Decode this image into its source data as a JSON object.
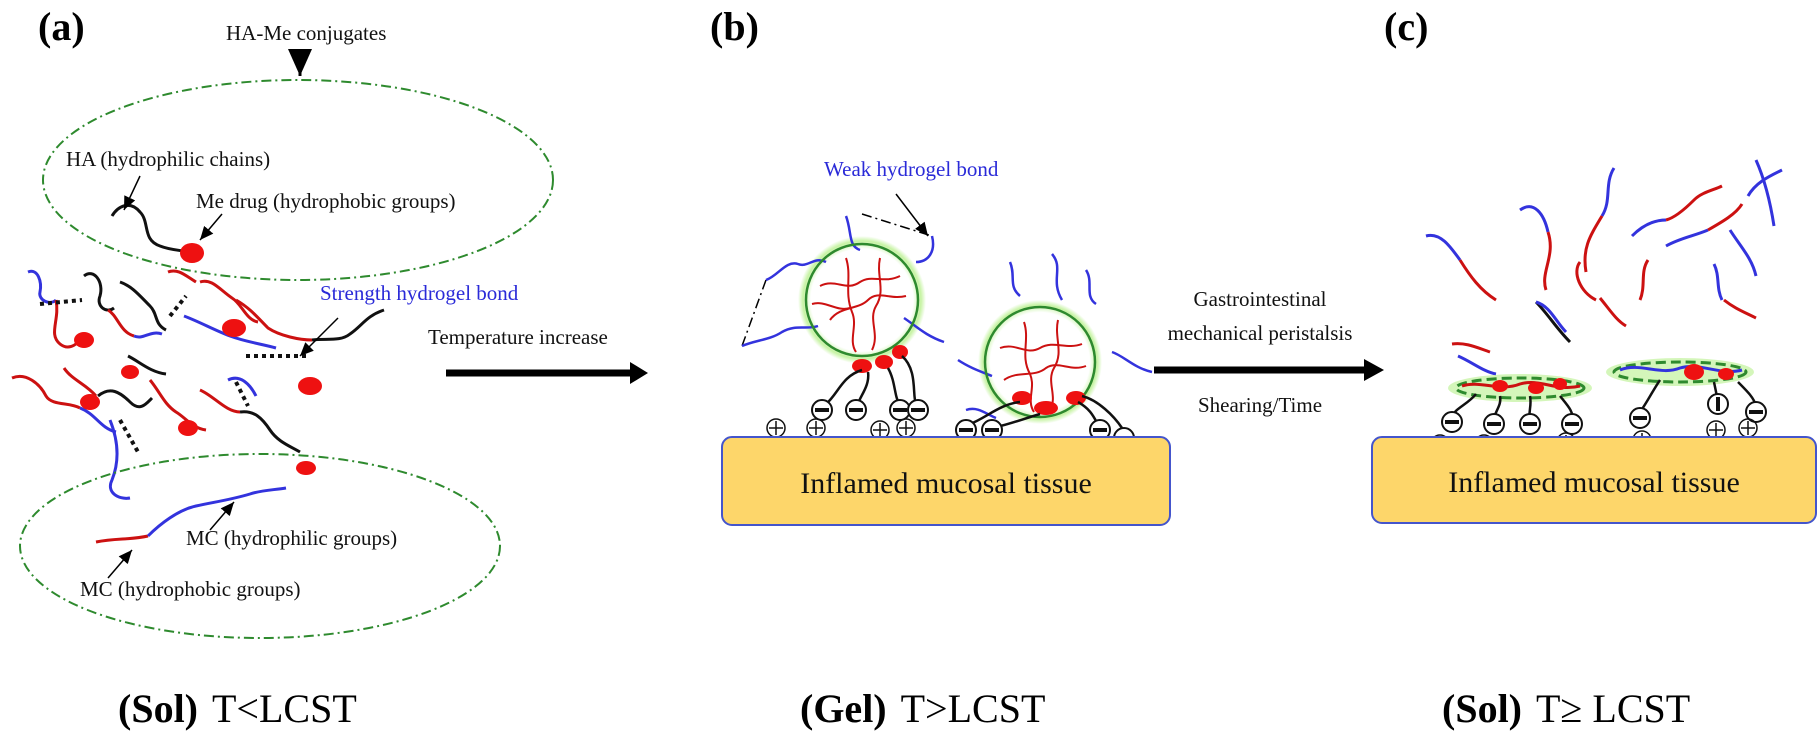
{
  "panels": {
    "a": {
      "letter": "(a)",
      "title": "HA-Me conjugates",
      "labels": {
        "ha": "HA (hydrophilic chains)",
        "me": "Me drug (hydrophobic groups)",
        "strength": "Strength hydrogel bond",
        "mc_philic": "MC (hydrophilic groups)",
        "mc_phobic": "MC (hydrophobic groups)"
      },
      "state_bold": "(Sol)",
      "state_text": "T<LCST"
    },
    "b": {
      "letter": "(b)",
      "labels": {
        "weak": "Weak hydrogel bond"
      },
      "tissue": "Inflamed mucosal tissue",
      "state_bold": "(Gel)",
      "state_text": "T>LCST"
    },
    "c": {
      "letter": "(c)",
      "tissue": "Inflamed mucosal tissue",
      "state_bold": "(Sol)",
      "state_text": "T≥ LCST"
    }
  },
  "arrows": {
    "a_to_b": "Temperature increase",
    "b_to_c_line1": "Gastrointestinal",
    "b_to_c_line2": "mechanical peristalsis",
    "b_to_c_line3": "Shearing/Time"
  },
  "colors": {
    "red_chain": "#cc1111",
    "blue_chain": "#3333dd",
    "black_chain": "#111111",
    "drug": "#ee1111",
    "green_ellipse": "#2e8a2e",
    "tissue_fill": "#fdd66a",
    "tissue_border": "#4455cc"
  }
}
